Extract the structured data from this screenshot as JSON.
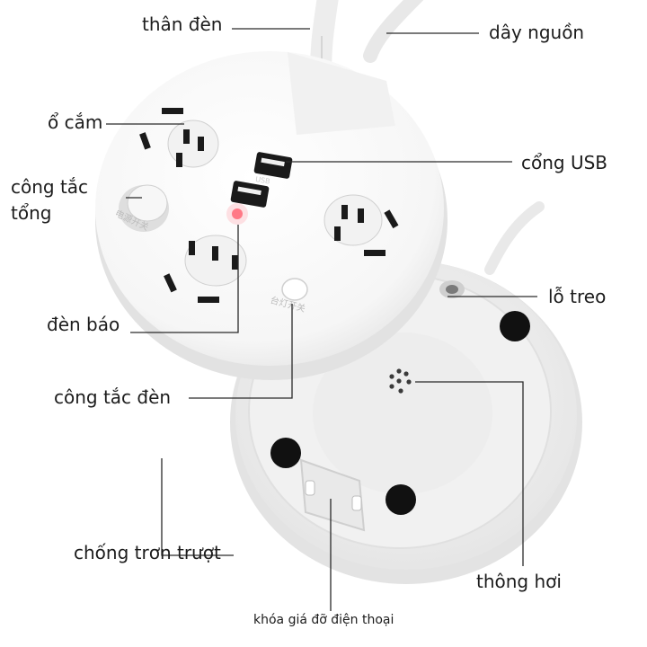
{
  "labels": {
    "than_den": "thân đèn",
    "day_nguon": "dây nguồn",
    "o_cam": "ổ cắm",
    "cong_usb": "cổng USB",
    "cong_tac_tong_line1": "công tắc",
    "cong_tac_tong_line2": "tổng",
    "lo_treo": "lỗ treo",
    "den_bao": "đèn báo",
    "cong_tac_den": "công tắc đèn",
    "chong_tron_truot": "chống trơn trượt",
    "thong_hoi": "thông hơi",
    "khoa_gia_do": "khóa giá đỡ điện thoại"
  },
  "device_text": {
    "master_switch_caption": "电源开关",
    "lamp_switch_caption": "台灯开关",
    "usb_caption": "USB"
  },
  "colors": {
    "body": "#f7f7f7",
    "shadow": "#dcdcdc",
    "line": "#2a2a2a",
    "indicator": "#ff5a6a",
    "hole": "#111111"
  }
}
